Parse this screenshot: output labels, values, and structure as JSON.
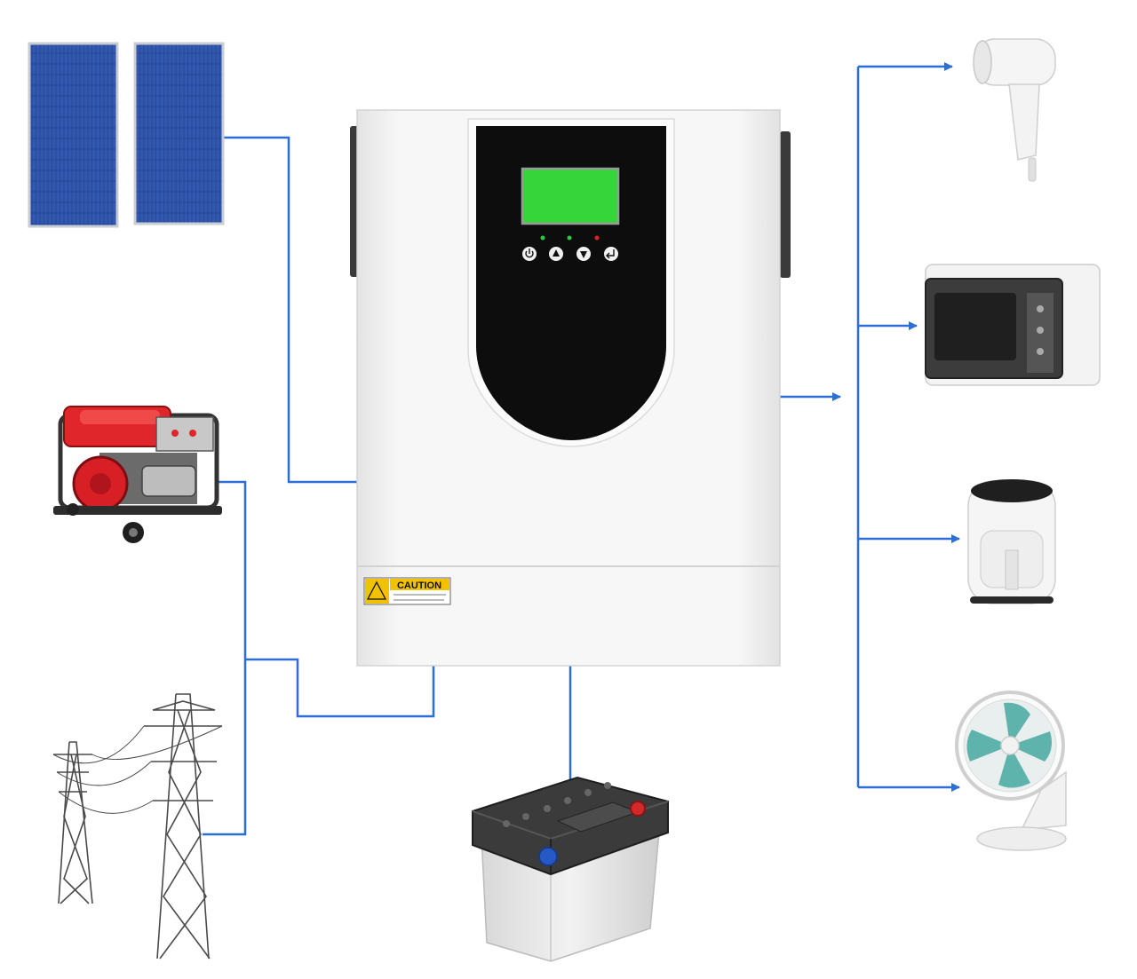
{
  "inverter": {
    "caution_label": "CAUTION",
    "display_color": "#33dd33",
    "button_icons": [
      "power-icon",
      "up-arrow-icon",
      "down-arrow-icon",
      "enter-icon"
    ],
    "indicator_colors": [
      "#22cc44",
      "#22cc44",
      "#dd2222"
    ]
  },
  "inputs": [
    "solar-panels",
    "generator",
    "utility-grid"
  ],
  "storage": "battery",
  "loads": [
    "hair-dryer",
    "microwave-oven",
    "air-fryer",
    "desk-fan"
  ],
  "colors": {
    "wire": "#2b6fd6",
    "panel_blue": "#27489a",
    "generator_red": "#e0262a",
    "inverter_body": "#f4f4f4",
    "inverter_face": "#0d0d0d"
  }
}
